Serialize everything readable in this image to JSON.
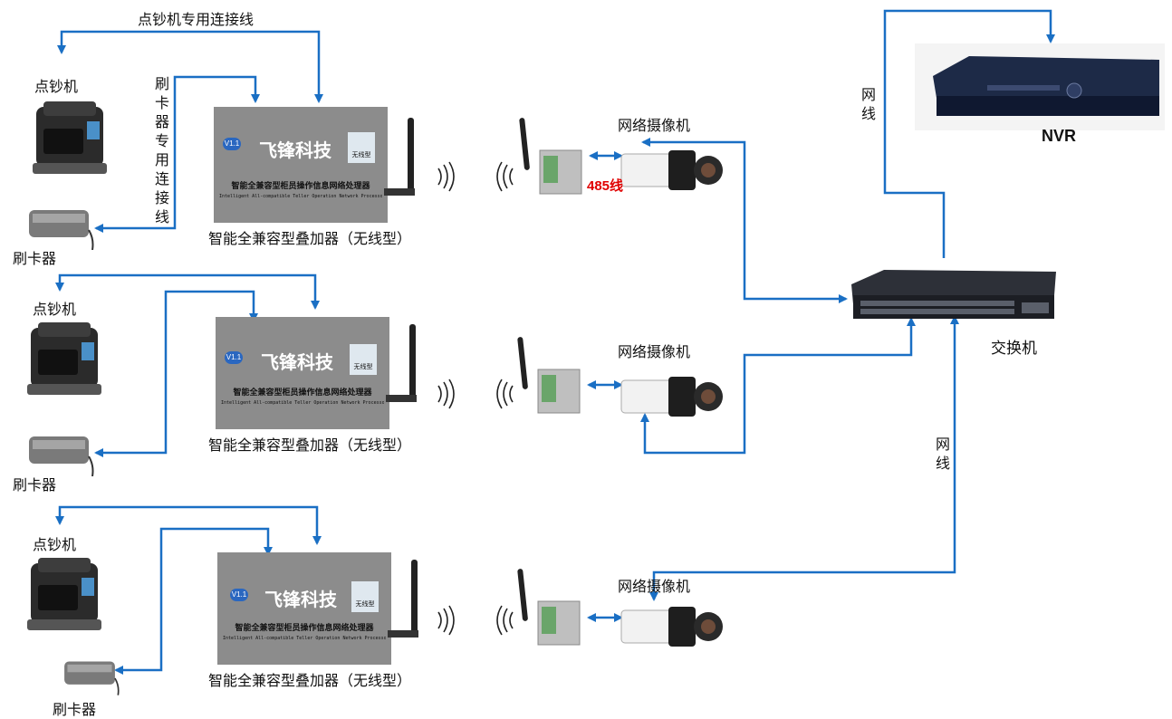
{
  "labels": {
    "counter_cable": "点钞机专用连接线",
    "counter": "点钞机",
    "card_reader": "刷卡器",
    "card_reader_cable": "刷卡器专用连接线",
    "overlay": "智能全兼容型叠加器（无线型）",
    "overlay_face_title": "智能全兼容型柜员操作信息网络处理器",
    "overlay_face_sub": "Intelligent All-compatible Teller Operation Network Processor",
    "overlay_brand": "飞锋科技",
    "overlay_badge": "V1.1",
    "overlay_tag": "无线型",
    "camera": "网络摄像机",
    "rs485": "485线",
    "switch": "交换机",
    "net_cable": "网线",
    "nvr": "NVR"
  },
  "colors": {
    "line": "#1a6fc4",
    "device_gray": "#8c8c8c",
    "rs485_text": "#e00000"
  },
  "icons": [
    "bill-counter-icon",
    "card-reader-icon",
    "antenna-icon",
    "wifi-waves-icon",
    "wireless-module-icon",
    "ip-camera-icon",
    "network-switch-icon",
    "nvr-icon"
  ]
}
